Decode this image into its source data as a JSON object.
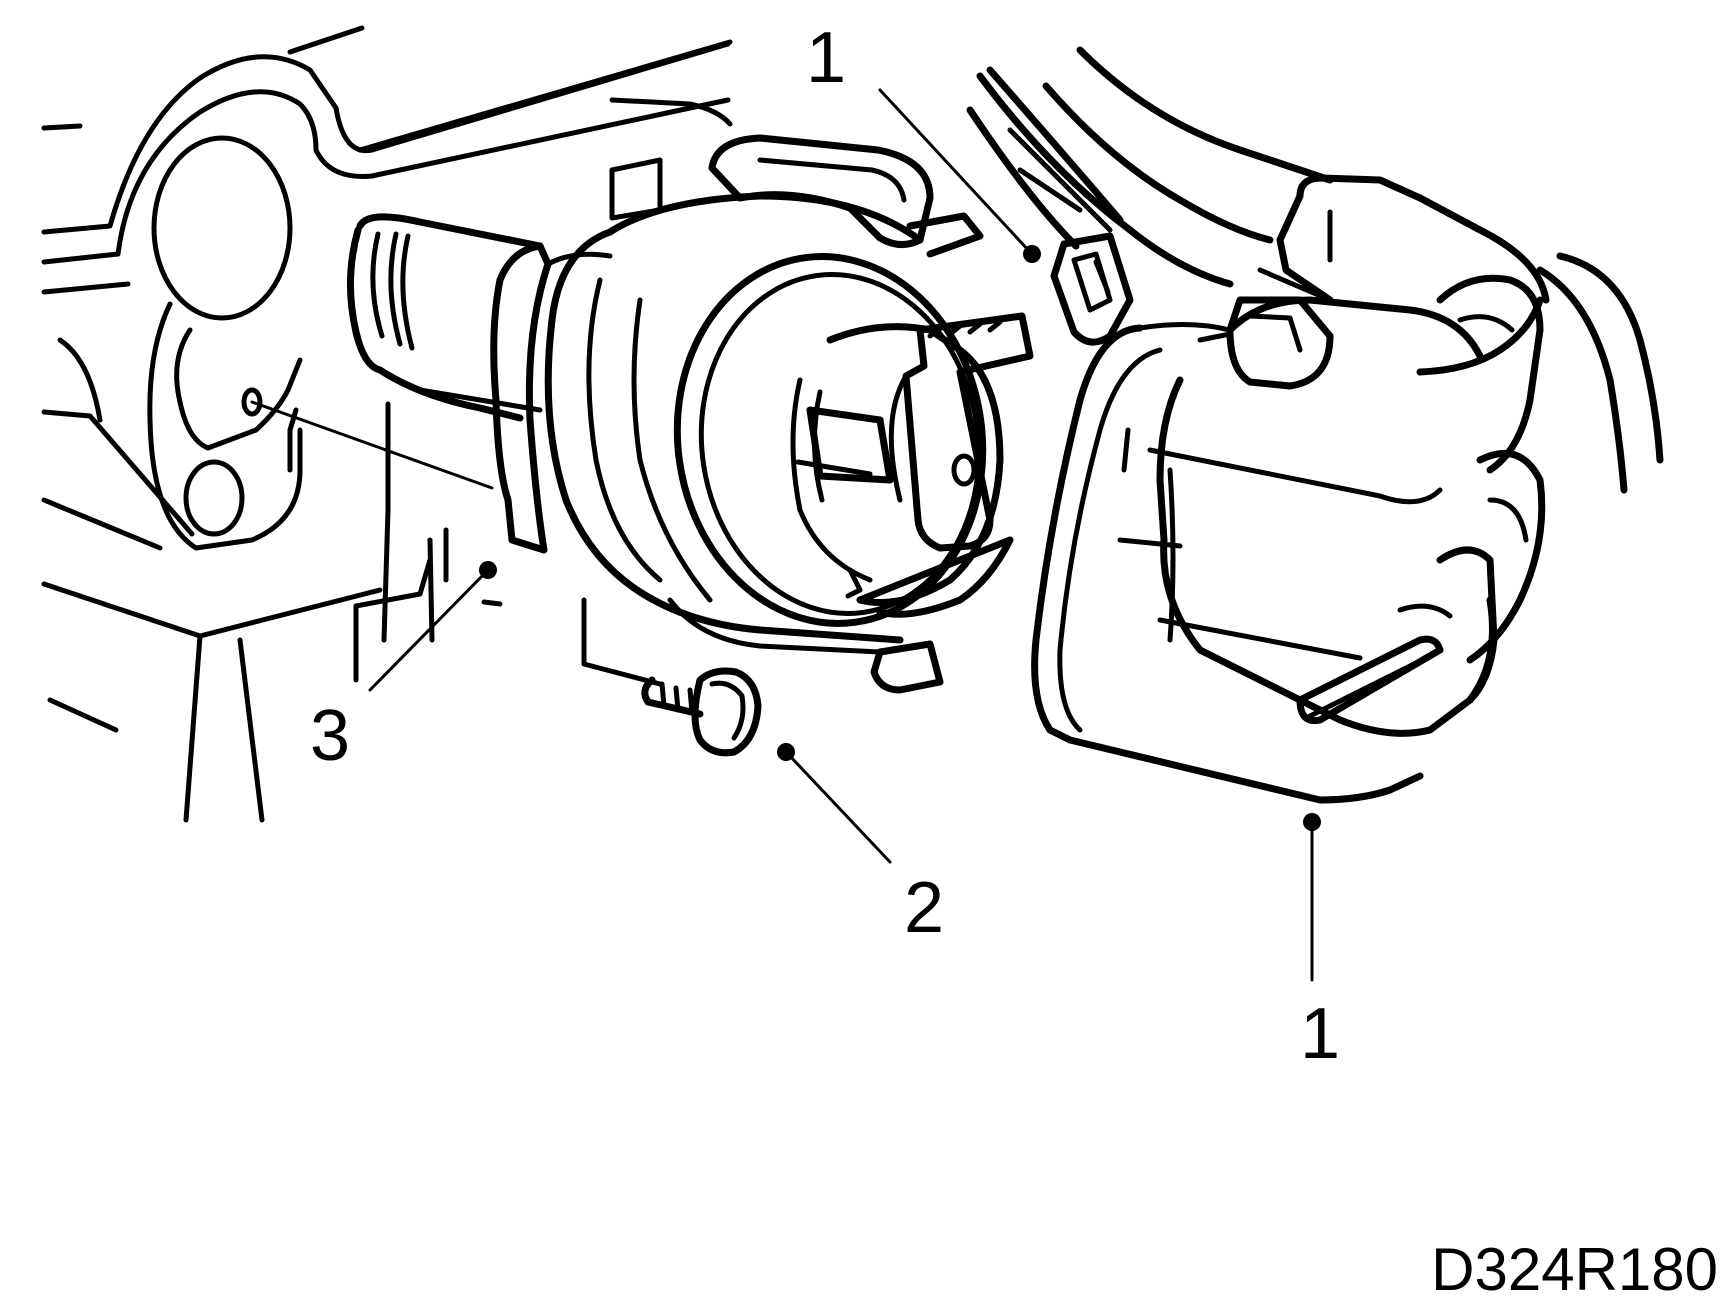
{
  "callouts": [
    {
      "id": "callout-1-top",
      "label": "1"
    },
    {
      "id": "callout-1-bottom",
      "label": "1"
    },
    {
      "id": "callout-2",
      "label": "2"
    },
    {
      "id": "callout-3",
      "label": "3"
    }
  ],
  "reference_code": "D324R180"
}
